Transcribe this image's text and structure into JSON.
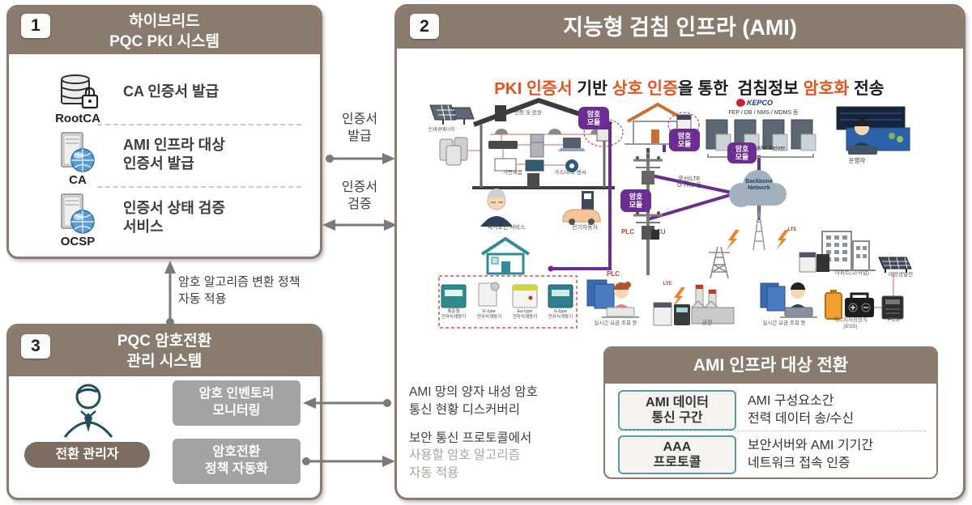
{
  "box1": {
    "num": "1",
    "title": "하이브리드\nPQC PKI 시스템",
    "items": [
      {
        "name": "RootCA",
        "text": "CA 인증서 발급"
      },
      {
        "name": "CA",
        "text": "AMI 인프라 대상\n인증서 발급"
      },
      {
        "name": "OCSP",
        "text": "인증서 상태 검증\n서비스"
      }
    ]
  },
  "box2": {
    "num": "2",
    "title": "지능형 검침 인프라 (AMI)",
    "subtitle": {
      "p1": "PKI 인증서",
      "p2": " 기반 ",
      "p3": "상호 인증",
      "p4": "을 통한  ",
      "p5": "검침정보 ",
      "p6": "암호화",
      "p7": " 전송"
    }
  },
  "box3": {
    "num": "3",
    "title": "PQC 암호전환\n관리 시스템",
    "manager": "전환 관리자",
    "monitor": "암호 인벤토리\n모니터링",
    "automation": "암호전환\n정책 자동화"
  },
  "links": {
    "issue": "인증서\n발급",
    "verify": "인증서\n검증",
    "policy": "암호 알고리즘 변환 정책\n자동 적용",
    "discovery": "AMI 망의 양자 내성 암호\n통신 현황 디스커버리",
    "protocol_head": "보안 통신 프로토콜에서",
    "protocol_tail": "사용할 암호 알고리즘\n자동 적용"
  },
  "panel": {
    "title": "AMI 인프라 대상 전환",
    "rows": [
      {
        "key": "AMI 데이터\n통신 구간",
        "value": "AMI 구성요소간\n전력 데이터 송/수신"
      },
      {
        "key": "AAA\n프로토콜",
        "value": "보안서버와 AMI 기기간\n네트워크 접속 인증"
      }
    ]
  },
  "diagram": {
    "labels": {
      "renewable": "신재생에너지",
      "lighting": "전등 및 전원",
      "appliances": "가전제품",
      "gas_sensor": "가스/수도 센서",
      "module": "암호\n모듈",
      "elderly": "독거노인 서비스",
      "ev": "전기자동차",
      "plc": "PLC",
      "dcu": "DCU",
      "wireless": "무선/LTE\nD-TRS 등",
      "kepco": "KEPCO",
      "fep": "FEP / DB / NMS / MDMS 등",
      "ami_server": "AMI Server",
      "backbone": "Backbone\nNetwork",
      "operator": "운영자",
      "meter_std": "표준형\n전자식계량기",
      "meter_e": "E-type\n전자식계량기",
      "meter_ea": "Ea-type\n전자식계량기",
      "meter_g": "G-type\n전자식계량기",
      "realtime": "실시간 요금 조회 등",
      "lte": "LTE",
      "factory": "공장",
      "apartment": "아파트(고/저압)",
      "solar": "태양광발전",
      "ess": "에너지저장장치\n(ESS)",
      "pcs": "PCS"
    }
  },
  "colors": {
    "brown": "#8a7b6f",
    "orange": "#e8521d",
    "purple": "#6b2d91",
    "gray": "#a3a3a3"
  }
}
